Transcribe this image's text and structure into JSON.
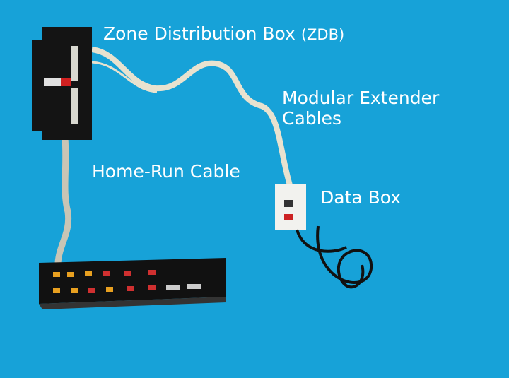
{
  "labels": {
    "zdb_main": "Zone Distribution Box",
    "zdb_abbr": "(ZDB)",
    "extender_line1": "Modular Extender",
    "extender_line2": "Cables",
    "home_run": "Home-Run Cable",
    "data_box": "Data Box"
  },
  "colors": {
    "background": "#17a2d8",
    "cable": "#e8e2cf",
    "device": "#141414"
  }
}
